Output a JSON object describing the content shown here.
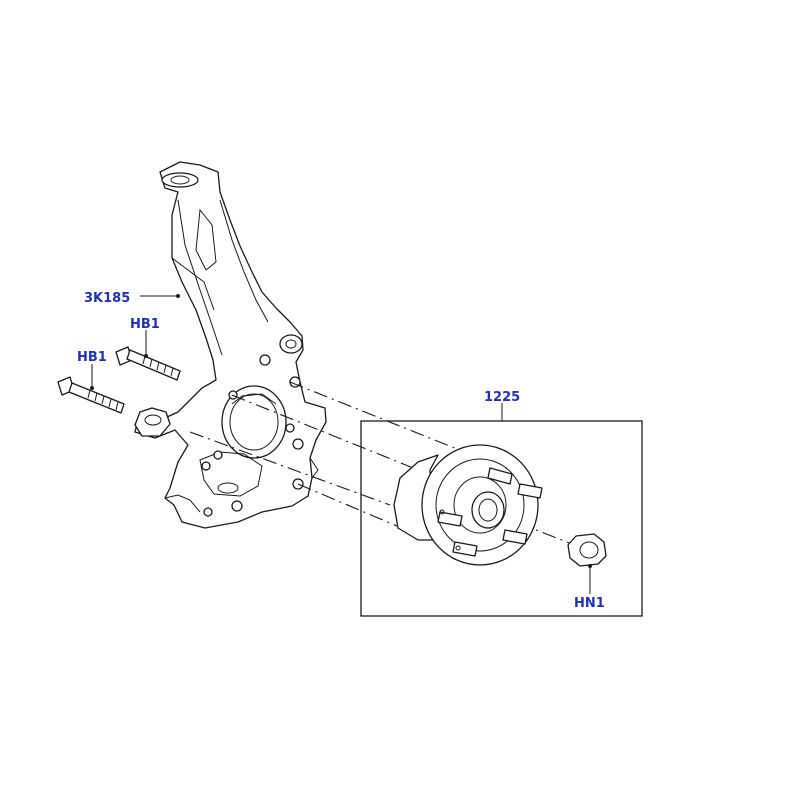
{
  "colors": {
    "callout_text": "#1f2fbf",
    "line": "#1a1a1a",
    "background": "#ffffff"
  },
  "callouts": {
    "knuckle": "3K185",
    "bolt_upper": "HB1",
    "bolt_lower": "HB1",
    "hub_assembly": "1225",
    "hub_nut": "HN1"
  }
}
